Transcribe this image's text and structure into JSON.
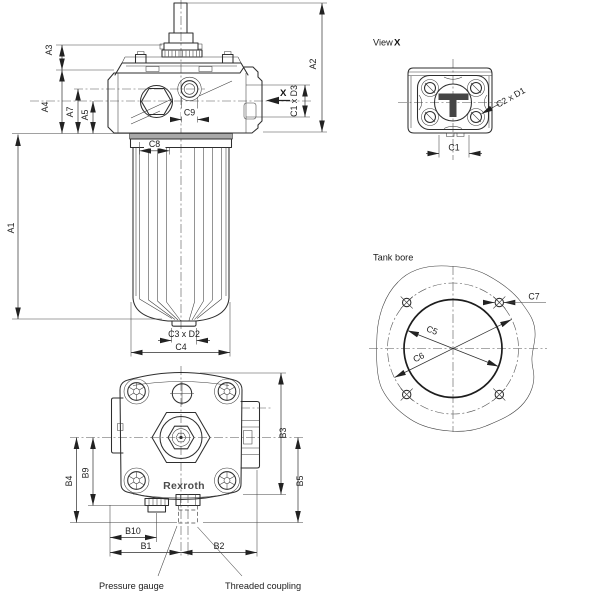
{
  "drawing": {
    "main_view": {
      "a1": "A1",
      "a2": "A2",
      "a3": "A3",
      "a4": "A4",
      "a5": "A5",
      "a7": "A7",
      "c8": "C8",
      "c9": "C9",
      "c1xd3": "C1 x D3",
      "c3xd2": "C3 x D2",
      "c4": "C4",
      "view_arrow": "X"
    },
    "view_x": {
      "title_prefix": "View",
      "title_letter": "X",
      "c1": "C1",
      "c2xd1": "C2 x D1"
    },
    "tank_bore": {
      "title": "Tank bore",
      "c5": "C5",
      "c6": "C6",
      "c7": "C7"
    },
    "bottom_view": {
      "b1": "B1",
      "b2": "B2",
      "b3": "B3",
      "b4": "B4",
      "b5": "B5",
      "b9": "B9",
      "b10": "B10",
      "brand": "Rexroth",
      "pressure_gauge": "Pressure gauge",
      "threaded_coupling": "Threaded coupling"
    }
  }
}
